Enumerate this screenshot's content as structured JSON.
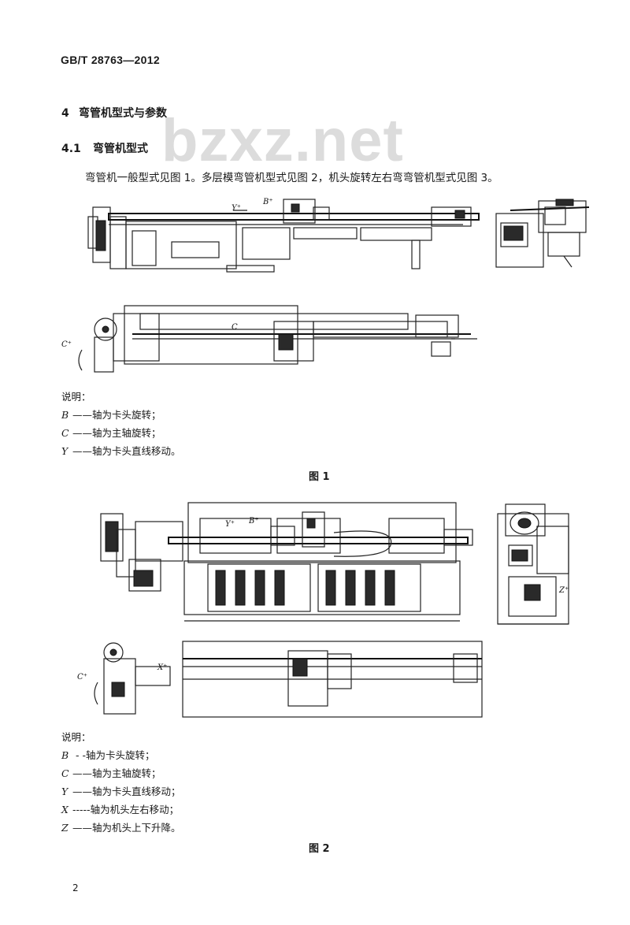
{
  "header": {
    "standard_code": "GB/T 28763—2012"
  },
  "watermark": {
    "text": "bzxz.net"
  },
  "section": {
    "number": "4",
    "title": "弯管机型式与参数"
  },
  "subsection": {
    "number": "4.1",
    "title": "弯管机型式"
  },
  "intro": "弯管机一般型式见图 1。多层模弯管机型式见图 2，机头旋转左右弯弯管机型式见图 3。",
  "figure1": {
    "axis_labels": {
      "y": "Y⁺",
      "b": "B⁺",
      "c": "C⁺",
      "c2": "C"
    },
    "legend_title": "说明：",
    "legend": [
      {
        "var": "B",
        "dash": "——",
        "text": "轴为卡头旋转；"
      },
      {
        "var": "C",
        "dash": "——",
        "text": "轴为主轴旋转；"
      },
      {
        "var": "Y",
        "dash": "——",
        "text": "轴为卡头直线移动。"
      }
    ],
    "caption": "图 1"
  },
  "figure2": {
    "axis_labels": {
      "y": "Y⁺",
      "b": "B⁺",
      "c": "C⁺",
      "x": "X⁺",
      "z": "Z⁺"
    },
    "legend_title": "说明：",
    "legend": [
      {
        "var": "B",
        "dash": " - -",
        "text": "轴为卡头旋转；"
      },
      {
        "var": "C",
        "dash": "——",
        "text": "轴为主轴旋转；"
      },
      {
        "var": "Y",
        "dash": "——",
        "text": "轴为卡头直线移动；"
      },
      {
        "var": "X",
        "dash": "-----",
        "text": "轴为机头左右移动；"
      },
      {
        "var": "Z",
        "dash": "——",
        "text": "轴为机头上下升降。"
      }
    ],
    "caption": "图 2"
  },
  "footer": {
    "page_number": "2"
  }
}
